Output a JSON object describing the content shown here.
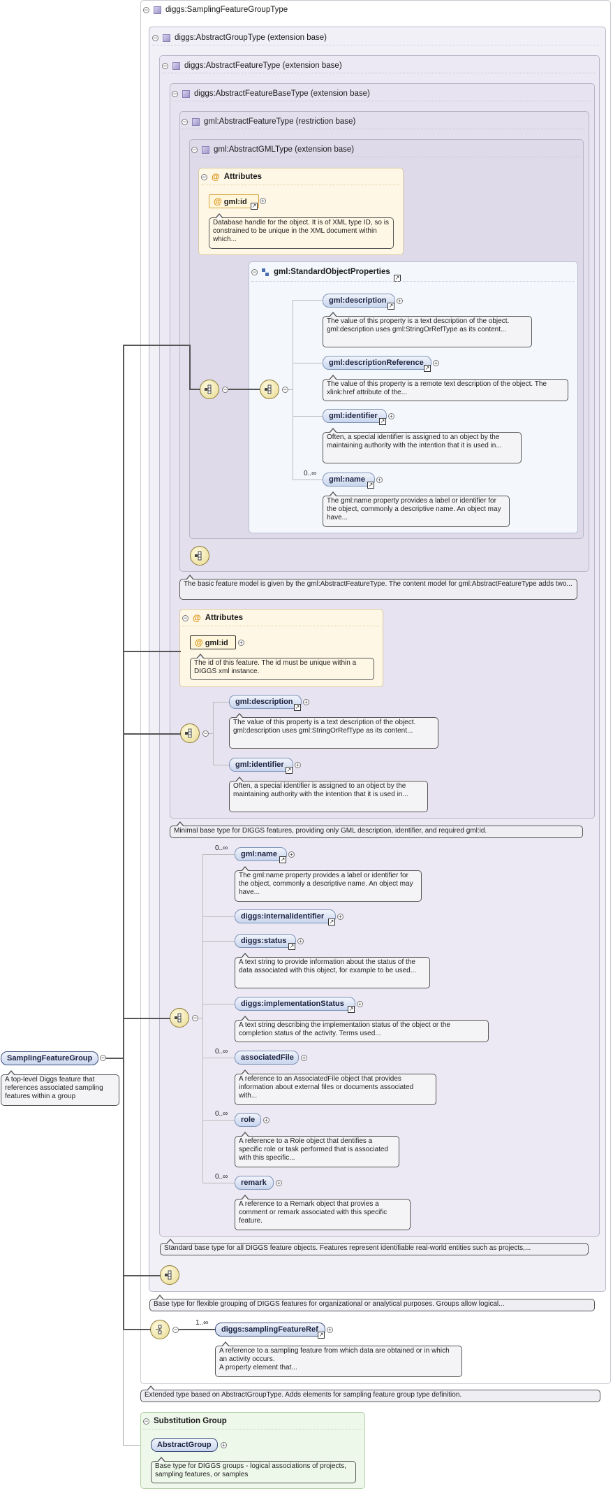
{
  "colors": {
    "types_frame": "#ece9f4",
    "attributes_bg": "#fff7e6",
    "standard_props_bg": "#f4f7fc",
    "substitution_bg": "#eef8ea",
    "element_fill": "#d6e0f3"
  },
  "types": {
    "sampling_group": "diggs:SamplingFeatureGroupType",
    "abstract_group": "diggs:AbstractGroupType (extension base)",
    "abstract_feature": "diggs:AbstractFeatureType (extension base)",
    "abstract_feature_base": "diggs:AbstractFeatureBaseType (extension base)",
    "gml_abstract_feature": "gml:AbstractFeatureType (restriction base)",
    "gml_abstract_gml": "gml:AbstractGMLType (extension base)"
  },
  "gml_attributes": {
    "title": "Attributes",
    "id_label": "gml:id",
    "id_doc": "Database handle for the object. It is of XML type ID, so is constrained to be unique in the XML document within which..."
  },
  "standard_object_properties": {
    "title": "gml:StandardObjectProperties",
    "items": [
      {
        "name": "gml:description",
        "doc": "The value of this property is a text description of the object. gml:description uses gml:StringOrRefType as its content..."
      },
      {
        "name": "gml:descriptionReference",
        "doc": "The value of this property is a remote text description of the object. The xlink:href attribute of the..."
      },
      {
        "name": "gml:identifier",
        "doc": "Often, a special identifier is assigned to an object by the maintaining authority with the intention that it is used in..."
      },
      {
        "name": "gml:name",
        "cardinality": "0..∞",
        "doc": "The gml:name property provides a label or identifier for the object, commonly a descriptive name. An object may have..."
      }
    ]
  },
  "gml_feature_doc": "The basic feature model is given by the gml:AbstractFeatureType. The content model for gml:AbstractFeatureType adds two...",
  "base_attributes": {
    "title": "Attributes",
    "id_label": "gml:id",
    "id_doc": "The id of this feature. The id must be unique within a DIGGS xml instance."
  },
  "base_sequence": [
    {
      "name": "gml:description",
      "doc": "The value of this property is a text description of the object. gml:description uses gml:StringOrRefType as its content..."
    },
    {
      "name": "gml:identifier",
      "doc": "Often, a special identifier is assigned to an object by the maintaining authority with the intention that it is used in..."
    }
  ],
  "base_doc": "Minimal base type for DIGGS features, providing only GML description, identifier, and required gml:id.",
  "feature_sequence": [
    {
      "name": "gml:name",
      "cardinality": "0..∞",
      "doc": "The gml:name property provides a label or identifier for the object, commonly a descriptive name. An object may have..."
    },
    {
      "name": "diggs:internalIdentifier",
      "cardinality": "",
      "doc": ""
    },
    {
      "name": "diggs:status",
      "cardinality": "",
      "doc": "A text string to provide information about the status of the data associated with this object, for example to be used..."
    },
    {
      "name": "diggs:implementationStatus",
      "cardinality": "",
      "doc": "A text string describing the implementation status of the object or the completion status of the activity. Terms used..."
    },
    {
      "name": "associatedFile",
      "cardinality": "0..∞",
      "doc": "A reference to an AssociatedFile object that provides information about external files or documents associated with..."
    },
    {
      "name": "role",
      "cardinality": "0..∞",
      "doc": "A reference to a Role object that dentifies a specific role or task performed that is associated with this specific..."
    },
    {
      "name": "remark",
      "cardinality": "0..∞",
      "doc": "A reference to a Remark object that provies a comment or remark associated with this specific feature."
    }
  ],
  "feature_doc": "Standard base type for all DIGGS feature objects. Features represent identifiable real-world entities such as projects,...",
  "group_doc": "Base type for flexible grouping of DIGGS features for organizational or analytical purposes. Groups allow logical...",
  "sampling_ref": {
    "name": "diggs:samplingFeatureRef",
    "cardinality": "1..∞",
    "doc_line1": "A reference to a sampling feature from which data are obtained or in which an activity occurs.",
    "doc_line2": "A property element that..."
  },
  "sampling_doc": "Extended type based on AbstractGroupType. Adds elements for sampling feature group type definition.",
  "root": {
    "name": "SamplingFeatureGroup",
    "doc": "A top-level Diggs feature that references associated sampling features within a group"
  },
  "substitution": {
    "title": "Substitution Group",
    "name": "AbstractGroup",
    "doc": "Base type for DIGGS groups - logical associations of projects, sampling features, or samples"
  }
}
